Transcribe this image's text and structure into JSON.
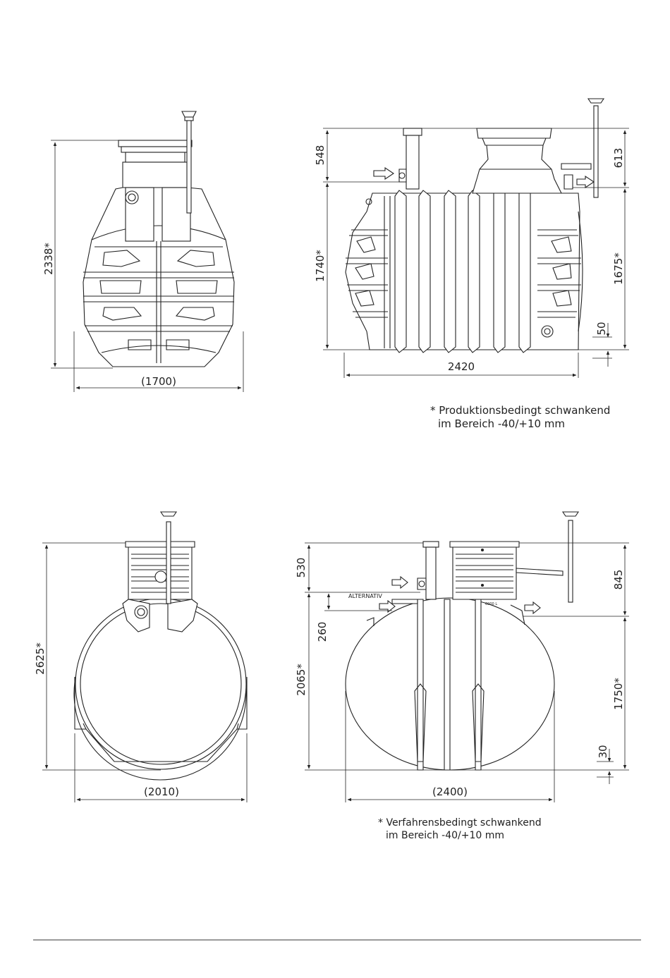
{
  "top": {
    "front": {
      "height": "2338*",
      "width": "(1700)"
    },
    "side": {
      "dome": "548",
      "body": "1740*",
      "outlet_top": "613",
      "outlet_body": "1675*",
      "base": "50",
      "length": "2420"
    },
    "note": {
      "line1": "* Produktionsbedingt schwankend",
      "line2": "im Bereich -40/+10 mm"
    }
  },
  "bottom": {
    "front": {
      "height": "2625*",
      "width": "(2010)"
    },
    "side": {
      "dome": "530",
      "inlet_alt": "260",
      "body": "2065*",
      "outlet_top": "845",
      "outlet_body": "1750*",
      "base": "30",
      "length": "(2400)",
      "alternativ": "ALTERNATIV",
      "volume": "6000 L"
    },
    "note": {
      "line1": "* Verfahrensbedingt schwankend",
      "line2": "im Bereich -40/+10 mm"
    }
  }
}
